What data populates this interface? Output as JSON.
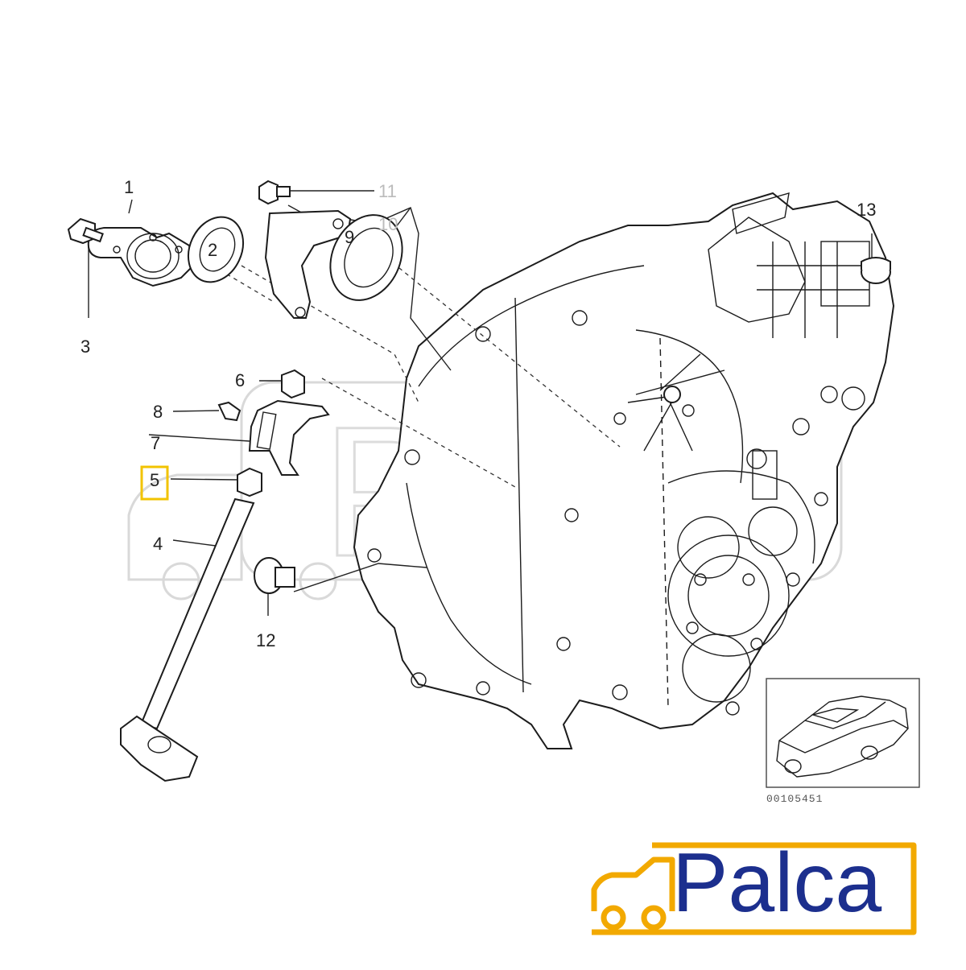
{
  "diagram": {
    "callouts": [
      {
        "id": "1",
        "label": "1"
      },
      {
        "id": "2",
        "label": "2"
      },
      {
        "id": "3",
        "label": "3"
      },
      {
        "id": "4",
        "label": "4"
      },
      {
        "id": "5",
        "label": "5",
        "highlighted": true
      },
      {
        "id": "6",
        "label": "6"
      },
      {
        "id": "7",
        "label": "7"
      },
      {
        "id": "8",
        "label": "8"
      },
      {
        "id": "9",
        "label": "9"
      },
      {
        "id": "10",
        "label": "10"
      },
      {
        "id": "11",
        "label": "11"
      },
      {
        "id": "12",
        "label": "12"
      },
      {
        "id": "13",
        "label": "13"
      }
    ],
    "highlight_color": "#f2c300",
    "reference_code": "00105451"
  },
  "brand": {
    "name": "Palca",
    "text_color": "#1c2f8e",
    "accent_color": "#f2a900",
    "watermark": "Palca"
  }
}
